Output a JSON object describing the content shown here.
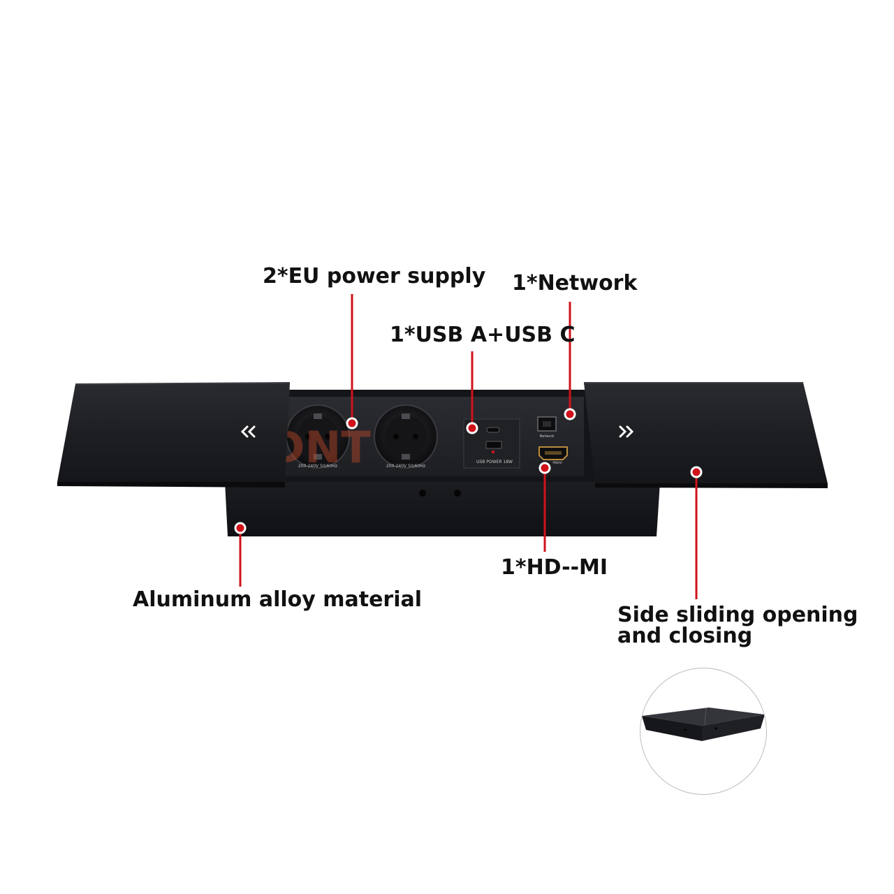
{
  "labels": {
    "eu_power": "2*EU power supply",
    "network": "1*Network",
    "usb": "1*USB A+USB C",
    "hdmi": "1*HD--MI",
    "aluminum": "Aluminum alloy material",
    "sliding_line1": "Side sliding opening",
    "sliding_line2": "and closing"
  },
  "product_print": {
    "brand": "DNT",
    "socket_rating_left": "200-240V 50/60Hz",
    "socket_rating_right": "200-240V 50/60Hz",
    "usb_module": "USB POWER 18W",
    "network_port": "Network",
    "hdmi_port": "Hdmi"
  },
  "colors": {
    "accent_red": "#d0121b",
    "panel_black": "#1a1b1f",
    "background": "#ffffff",
    "label_text": "#111111"
  },
  "icons": {
    "left_arrow": "double-chevron-left-icon",
    "right_arrow": "double-chevron-right-icon"
  }
}
